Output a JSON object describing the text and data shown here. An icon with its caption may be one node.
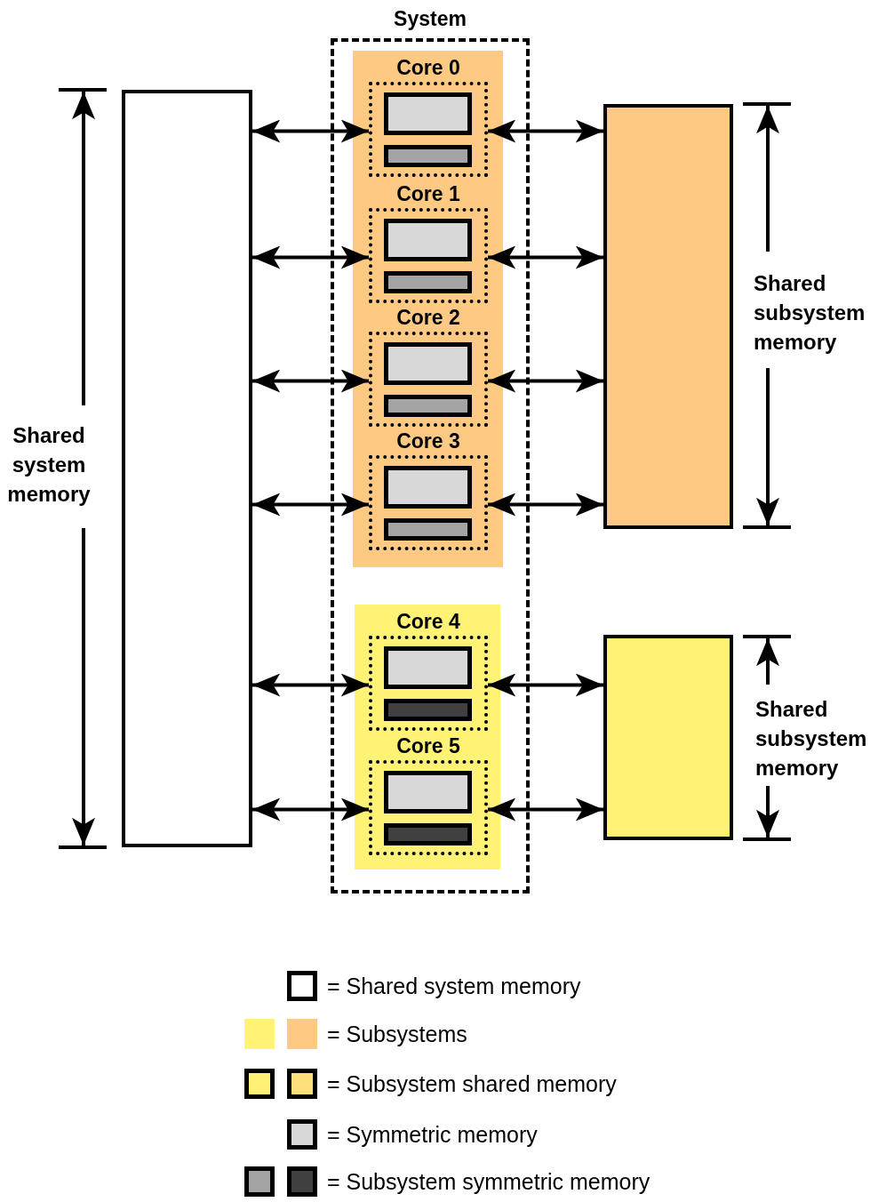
{
  "diagram": {
    "nodes": [
      {
        "text": [
          "System"
        ]
      },
      {
        "text": [],
        "shape": "box",
        "in": 0
      },
      {
        "text": [
          "Core 0"
        ],
        "in": 1
      },
      {
        "text": [],
        "shape": "box",
        "in": 2
      },
      {
        "text": [],
        "shape": "box",
        "in": 2
      },
      {
        "text": [
          "Core 1"
        ],
        "in": 1
      },
      {
        "text": [],
        "shape": "box",
        "in": 5
      },
      {
        "text": [],
        "shape": "box",
        "in": 5
      },
      {
        "text": [
          "Core 2"
        ],
        "in": 1
      },
      {
        "text": [],
        "shape": "box",
        "in": 8
      },
      {
        "text": [],
        "shape": "box",
        "in": 8
      },
      {
        "text": [
          "Core 3"
        ],
        "in": 1
      },
      {
        "text": [],
        "shape": "box",
        "in": 11
      },
      {
        "text": [],
        "shape": "box",
        "in": 11
      },
      {
        "text": [],
        "shape": "box",
        "in": 0
      },
      {
        "text": [
          "Core 4"
        ],
        "in": 14
      },
      {
        "text": [],
        "shape": "box",
        "in": 15
      },
      {
        "text": [],
        "shape": "box",
        "in": 15
      },
      {
        "text": [
          "Core 5"
        ],
        "in": 14
      },
      {
        "text": [],
        "shape": "box",
        "in": 18
      },
      {
        "text": [],
        "shape": "box",
        "in": 18
      },
      {
        "text": [],
        "shape": "box",
        "beside": [
          "Shared system memory"
        ]
      },
      {
        "text": [],
        "shape": "box",
        "beside": [
          "Shared subsystem memory"
        ]
      },
      {
        "text": [],
        "shape": "box",
        "beside": [
          "Shared subsystem memory"
        ]
      }
    ],
    "edges": [
      {
        "from": 21,
        "to": 2,
        "arrow": "both"
      },
      {
        "from": 2,
        "to": 22,
        "arrow": "both"
      },
      {
        "from": 21,
        "to": 5,
        "arrow": "both"
      },
      {
        "from": 5,
        "to": 22,
        "arrow": "both"
      },
      {
        "from": 21,
        "to": 8,
        "arrow": "both"
      },
      {
        "from": 8,
        "to": 22,
        "arrow": "both"
      },
      {
        "from": 21,
        "to": 11,
        "arrow": "both"
      },
      {
        "from": 11,
        "to": 22,
        "arrow": "both"
      },
      {
        "from": 21,
        "to": 15,
        "arrow": "both"
      },
      {
        "from": 15,
        "to": 23,
        "arrow": "both"
      },
      {
        "from": 21,
        "to": 18,
        "arrow": "both"
      },
      {
        "from": 18,
        "to": 23,
        "arrow": "both"
      }
    ],
    "legend": [
      {
        "text": "= Shared system memory"
      },
      {
        "text": "= Subsystems",
        "color": "#fff275"
      },
      {
        "text": "= Subsystem shared memory"
      },
      {
        "text": "= Symmetric memory"
      },
      {
        "text": "= Subsystem symmetric memory"
      }
    ]
  }
}
